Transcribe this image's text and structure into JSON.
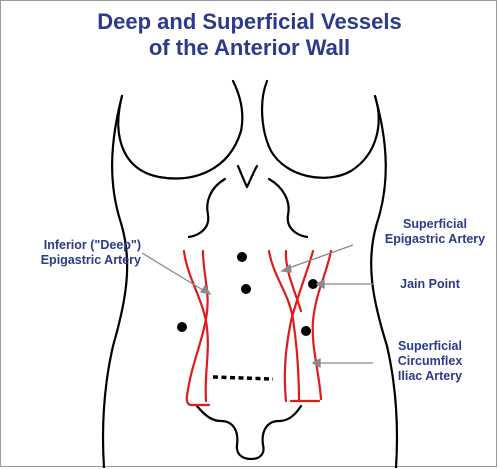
{
  "title": {
    "line1": "Deep and Superficial Vessels",
    "line2": "of the Anterior Wall"
  },
  "labels": {
    "inferior_line1": "Inferior (\"Deep\")",
    "inferior_line2": "Epigastric Artery",
    "superficial_epigastric_line1": "Superficial",
    "superficial_epigastric_line2": "Epigastric Artery",
    "jain_point": "Jain Point",
    "circumflex_line1": "Superficial",
    "circumflex_line2": "Circumflex",
    "circumflex_line3": "Iliac Artery"
  },
  "colors": {
    "title": "#2b3a8c",
    "vessel": "#e01b1b",
    "outline": "#000000",
    "pointer": "#8a8a8a"
  }
}
